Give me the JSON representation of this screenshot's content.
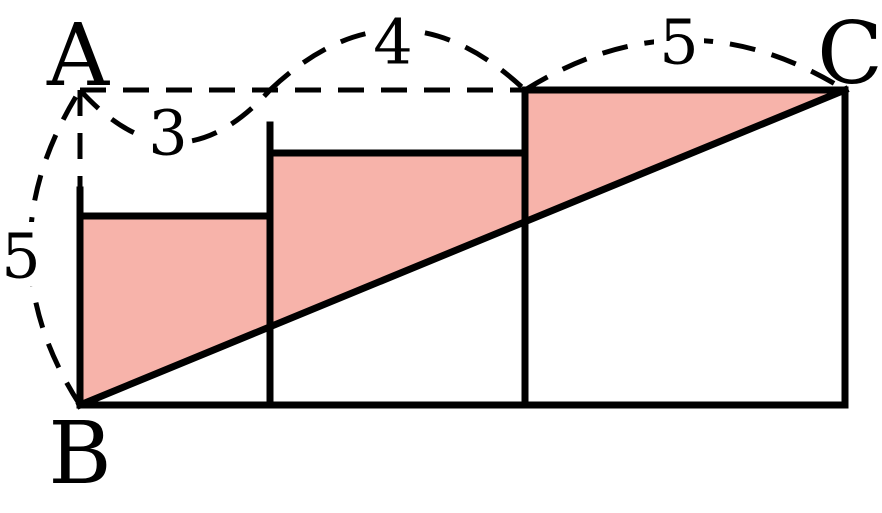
{
  "vertices": {
    "a": "A",
    "b": "B",
    "c": "C"
  },
  "dimensions": {
    "side_ab": "5",
    "width_1": "3",
    "width_2": "4",
    "width_3": "5"
  },
  "colors": {
    "shaded_region": "#f7b3aa",
    "lines": "#000000",
    "background": "#ffffff"
  }
}
